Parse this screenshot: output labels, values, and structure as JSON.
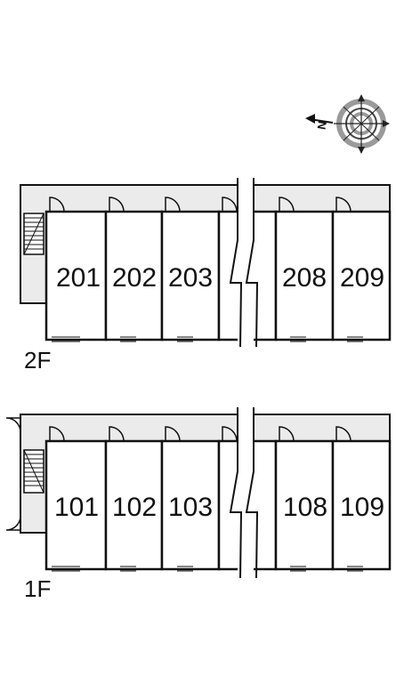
{
  "compass": {
    "north_label": "N",
    "icon": "compass-rose-icon"
  },
  "floors": [
    {
      "id": "2F",
      "label": "2F",
      "rooms": [
        "201",
        "202",
        "203",
        "208",
        "209"
      ]
    },
    {
      "id": "1F",
      "label": "1F",
      "rooms": [
        "101",
        "102",
        "103",
        "108",
        "109"
      ]
    }
  ],
  "colors": {
    "corridor": "#ebebeb",
    "wall": "#111111",
    "unit_fill": "#ffffff"
  }
}
